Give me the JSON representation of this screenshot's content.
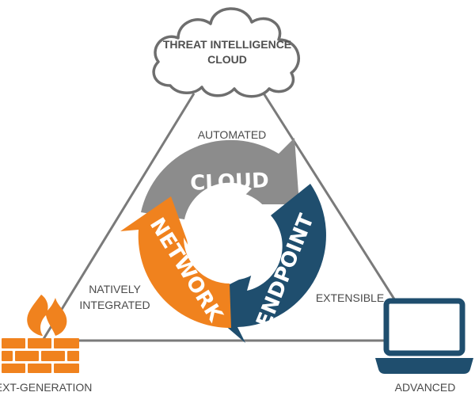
{
  "top_node": {
    "label_line1": "THREAT INTELLIGENCE",
    "label_line2": "CLOUD"
  },
  "edges": {
    "top": "AUTOMATED",
    "left_line1": "NATIVELY",
    "left_line2": "INTEGRATED",
    "right": "EXTENSIBLE"
  },
  "ring": {
    "cloud": "CLOUD",
    "network": "NETWORK",
    "endpoint": "ENDPOINT"
  },
  "corners": {
    "left": "NEXT-GENERATION",
    "right": "ADVANCED"
  },
  "colors": {
    "cloud_segment": "#8c8c8c",
    "network_segment": "#f0821e",
    "endpoint_segment": "#1f4e6e",
    "triangle_line": "#7a7a7a",
    "firewall": "#f0821e",
    "laptop": "#1f4e6e"
  },
  "icons": [
    "cloud-icon",
    "firewall-icon",
    "laptop-icon"
  ]
}
